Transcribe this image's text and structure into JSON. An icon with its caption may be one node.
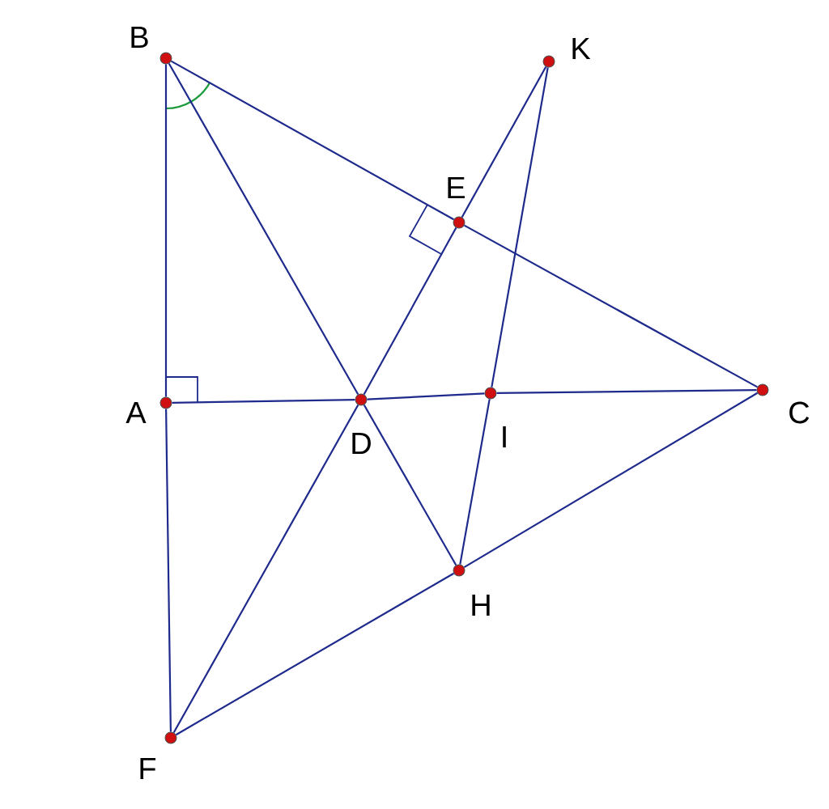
{
  "diagram": {
    "nodes": [
      {
        "text": [],
        "shape": "circle",
        "beside": [
          "B"
        ]
      },
      {
        "text": [],
        "shape": "circle",
        "beside": [
          "K"
        ]
      },
      {
        "text": [],
        "shape": "circle",
        "beside": [
          "E"
        ]
      },
      {
        "text": [],
        "shape": "circle",
        "beside": [
          "A"
        ]
      },
      {
        "text": [],
        "shape": "circle",
        "beside": [
          "D"
        ]
      },
      {
        "text": [],
        "shape": "circle",
        "beside": [
          "I"
        ]
      },
      {
        "text": [],
        "shape": "circle",
        "beside": [
          "C"
        ]
      },
      {
        "text": [],
        "shape": "circle",
        "beside": [
          "H"
        ]
      },
      {
        "text": [],
        "shape": "circle",
        "beside": [
          "F"
        ]
      }
    ],
    "edges": [
      {
        "from": 0,
        "to": 2,
        "arrow": "none"
      },
      {
        "from": 2,
        "to": 6,
        "arrow": "none"
      },
      {
        "from": 0,
        "to": 3,
        "arrow": "none"
      },
      {
        "from": 3,
        "to": 8,
        "arrow": "none"
      },
      {
        "from": 3,
        "to": 4,
        "arrow": "none"
      },
      {
        "from": 4,
        "to": 5,
        "arrow": "none"
      },
      {
        "from": 5,
        "to": 6,
        "arrow": "none"
      },
      {
        "from": 0,
        "to": 4,
        "arrow": "none"
      },
      {
        "from": 4,
        "to": 7,
        "arrow": "none"
      },
      {
        "from": 1,
        "to": 2,
        "arrow": "none"
      },
      {
        "from": 2,
        "to": 4,
        "arrow": "none"
      },
      {
        "from": 4,
        "to": 8,
        "arrow": "none"
      },
      {
        "from": 1,
        "to": 5,
        "arrow": "none"
      },
      {
        "from": 5,
        "to": 7,
        "arrow": "none"
      },
      {
        "from": 8,
        "to": 7,
        "arrow": "none"
      },
      {
        "from": 7,
        "to": 6,
        "arrow": "none"
      }
    ]
  }
}
